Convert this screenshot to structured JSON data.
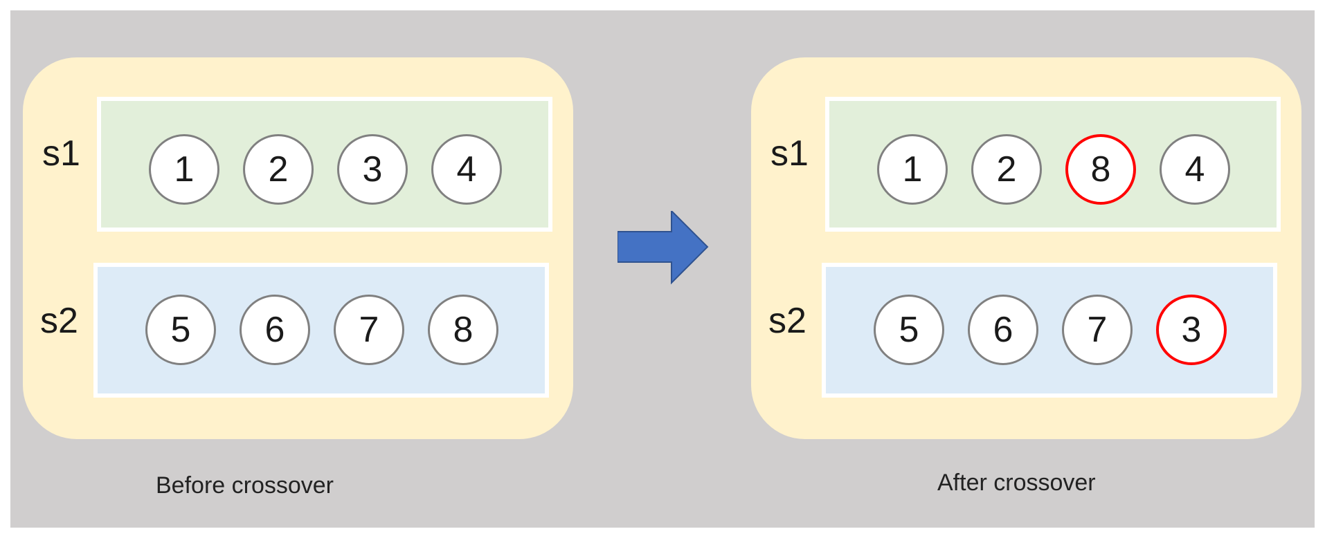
{
  "panels": {
    "before": {
      "caption": "Before crossover",
      "s1": {
        "label": "s1",
        "genes": [
          "1",
          "2",
          "3",
          "4"
        ]
      },
      "s2": {
        "label": "s2",
        "genes": [
          "5",
          "6",
          "7",
          "8"
        ]
      }
    },
    "after": {
      "caption": "After crossover",
      "s1": {
        "label": "s1",
        "genes": [
          "1",
          "2",
          "8",
          "4"
        ]
      },
      "s2": {
        "label": "s2",
        "genes": [
          "5",
          "6",
          "7",
          "3"
        ]
      }
    }
  },
  "colors": {
    "background": "#d0cece",
    "panel": "#fff2cc",
    "s1_strip": "#e2efda",
    "s2_strip": "#ddebf7",
    "gene_border": "#808080",
    "swapped_border": "#ff0000",
    "arrow": "#4472c4"
  },
  "swapped_genes": [
    "8",
    "3"
  ],
  "icons": {
    "arrow": "right-arrow-icon"
  }
}
